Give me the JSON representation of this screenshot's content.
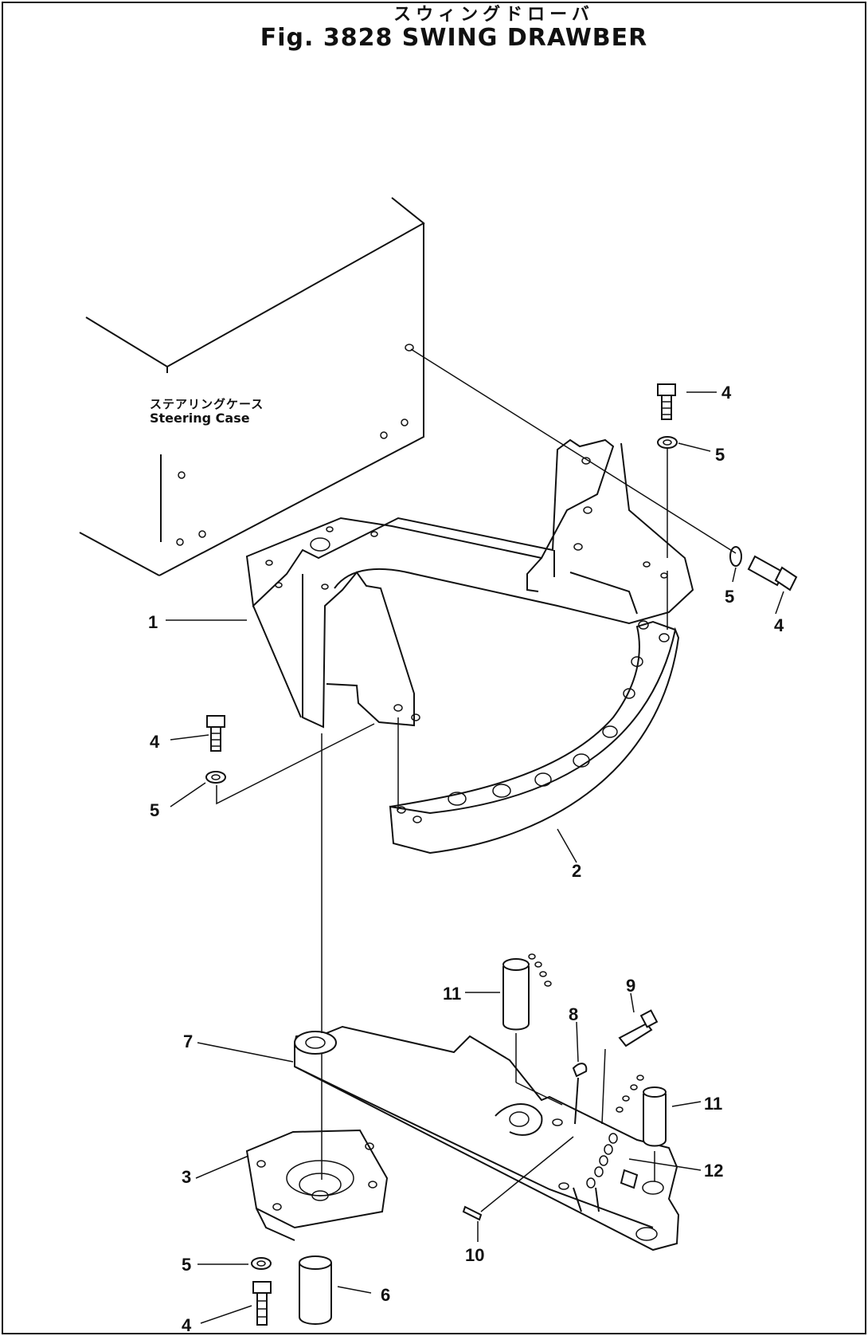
{
  "title": {
    "japanese": "スウィングドローバ",
    "english": "Fig. 3828 SWING DRAWBER"
  },
  "steering_case_label": {
    "japanese": "ステアリングケース",
    "english": "Steering Case"
  },
  "callouts": [
    {
      "id": "c4a",
      "number": "4"
    },
    {
      "id": "c5a",
      "number": "5"
    },
    {
      "id": "c5b",
      "number": "5"
    },
    {
      "id": "c4b",
      "number": "4"
    },
    {
      "id": "c1",
      "number": "1"
    },
    {
      "id": "c4c",
      "number": "4"
    },
    {
      "id": "c5c",
      "number": "5"
    },
    {
      "id": "c2",
      "number": "2"
    },
    {
      "id": "c11a",
      "number": "11"
    },
    {
      "id": "c9",
      "number": "9"
    },
    {
      "id": "c8",
      "number": "8"
    },
    {
      "id": "c7",
      "number": "7"
    },
    {
      "id": "c11b",
      "number": "11"
    },
    {
      "id": "c12",
      "number": "12"
    },
    {
      "id": "c3",
      "number": "3"
    },
    {
      "id": "c10",
      "number": "10"
    },
    {
      "id": "c5d",
      "number": "5"
    },
    {
      "id": "c6",
      "number": "6"
    },
    {
      "id": "c4d",
      "number": "4"
    }
  ]
}
